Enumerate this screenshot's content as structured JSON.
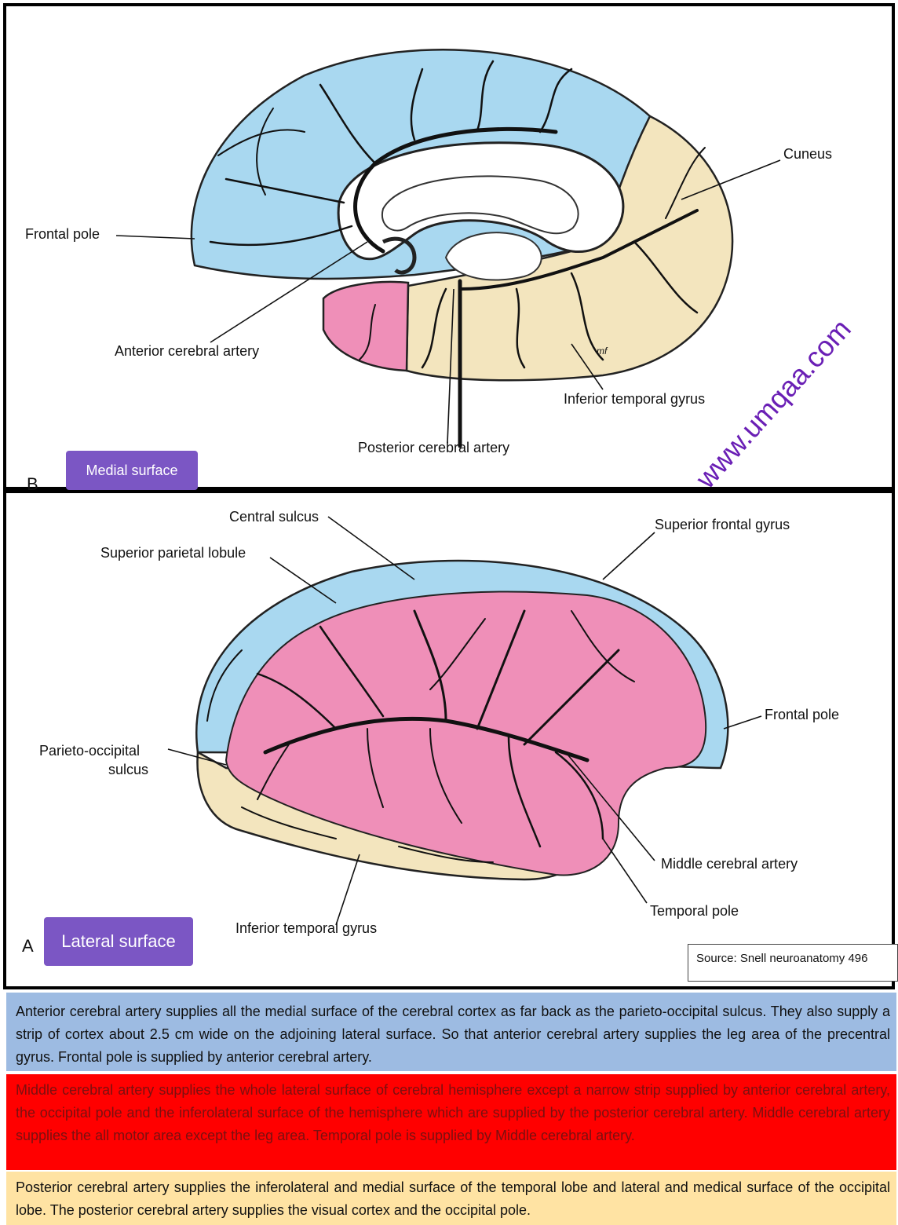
{
  "medial": {
    "letter": "B",
    "tag": "Medial surface",
    "labels": {
      "frontal_pole": "Frontal pole",
      "anterior_cerebral_artery": "Anterior cerebral artery",
      "posterior_cerebral_artery": "Posterior cerebral artery",
      "cuneus": "Cuneus",
      "inferior_temporal_gyrus": "Inferior temporal gyrus",
      "artist_initials": "mf"
    }
  },
  "lateral": {
    "letter": "A",
    "tag": "Lateral surface",
    "labels": {
      "central_sulcus": "Central sulcus",
      "superior_parietal_lobule": "Superior parietal lobule",
      "superior_frontal_gyrus": "Superior frontal gyrus",
      "frontal_pole": "Frontal pole",
      "parieto_occipital_line1": "Parieto-occipital",
      "parieto_occipital_line2": "sulcus",
      "middle_cerebral_artery": "Middle cerebral artery",
      "temporal_pole": "Temporal pole",
      "inferior_temporal_gyrus": "Inferior temporal gyrus"
    }
  },
  "source": "Source: Snell neuroanatomy 496",
  "watermark": "www.umqaa.com",
  "descriptions": {
    "anterior": "Anterior cerebral artery supplies all the medial surface of the cerebral cortex as far back as the parieto-occipital sulcus. They also supply a strip of cortex about 2.5 cm wide on the adjoining lateral surface. So that anterior cerebral artery supplies the leg area of the precentral gyrus. Frontal pole is supplied by anterior cerebral artery.",
    "middle": "Middle cerebral artery  supplies the whole lateral surface of cerebral hemisphere except a narrow strip supplied by anterior cerebral artery, the occipital pole and the inferolateral surface of the hemisphere which are supplied by the posterior cerebral artery. Middle cerebral artery supplies the all motor area except the leg area. Temporal pole is supplied by Middle cerebral artery.",
    "posterior": "Posterior cerebral artery supplies  the inferolateral and medial surface of the temporal lobe and lateral and medical surface of the occipital lobe. The posterior cerebral artery supplies the visual cortex and the occipital pole."
  },
  "colors": {
    "anterior_territory": "#a9d8f0",
    "middle_territory": "#ef8fb8",
    "posterior_territory": "#f3e5be",
    "tag": "#7b56c4",
    "watermark": "#6a1fb5",
    "box_blue": "#9dbbe2",
    "box_red": "#ff0000",
    "box_yellow": "#ffe3a3"
  }
}
